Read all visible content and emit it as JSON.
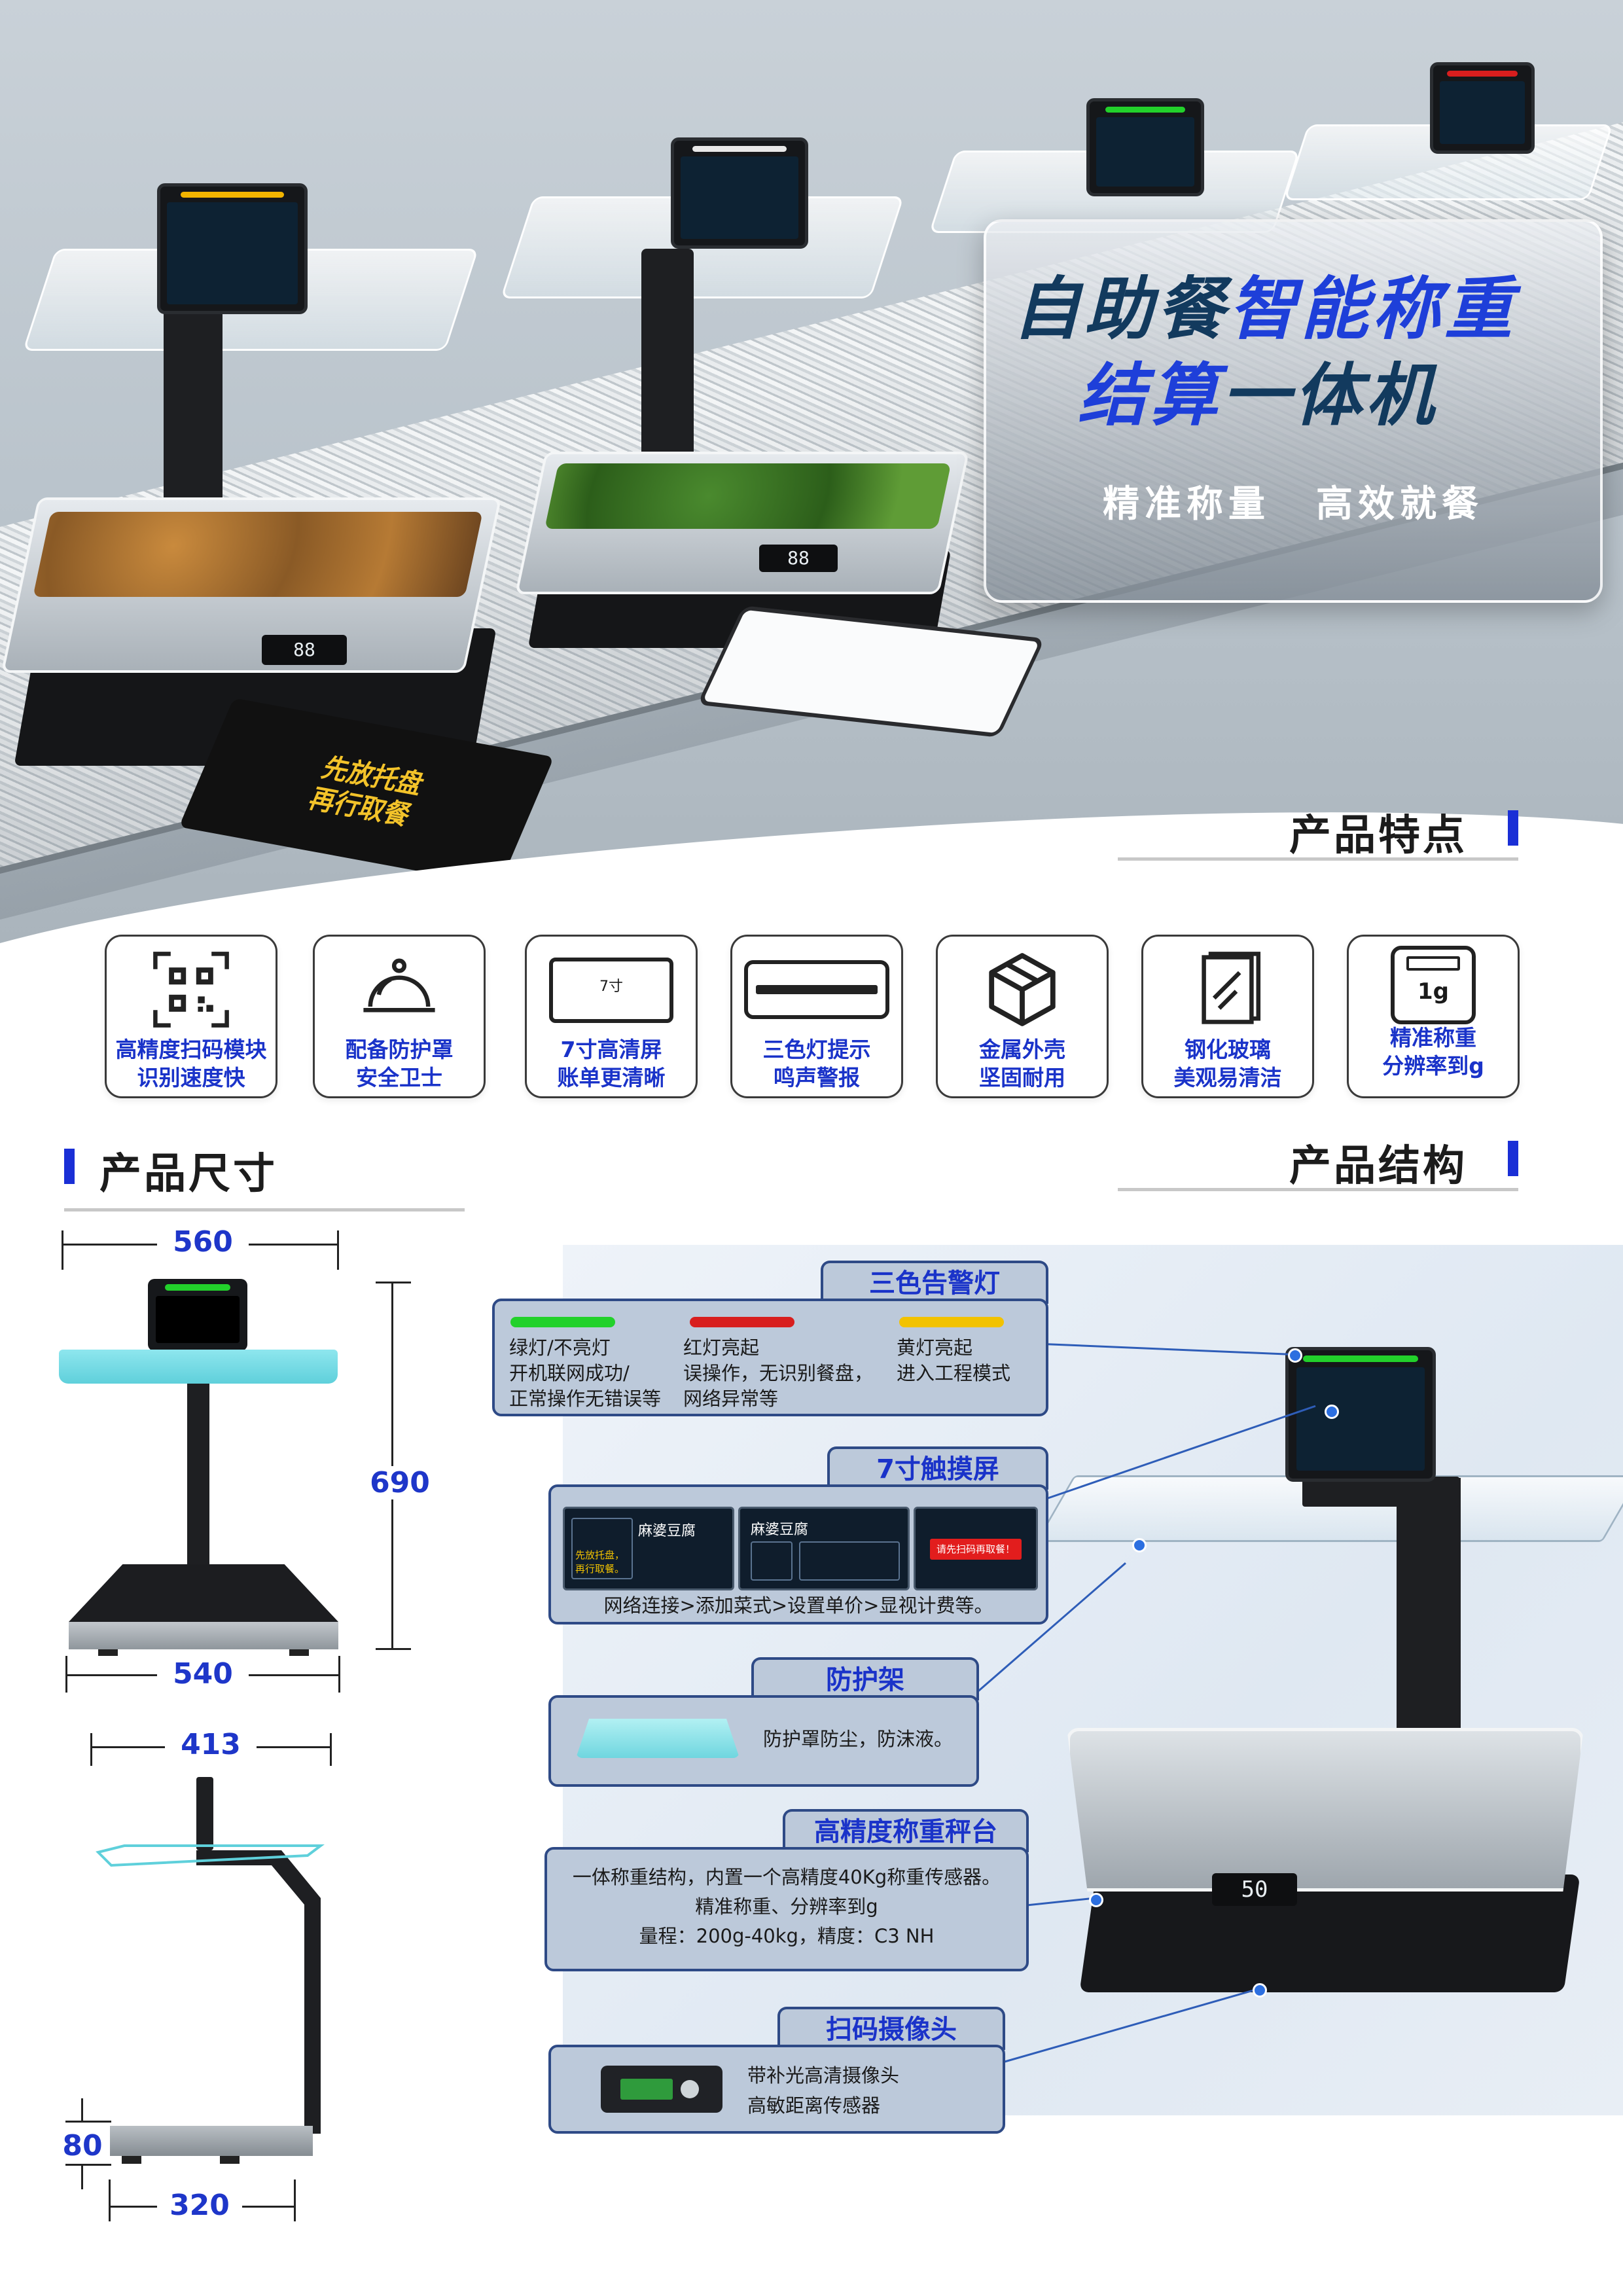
{
  "hero": {
    "mat_text": "先放托盘\n再行取餐",
    "scale_reading_1": "88",
    "scale_reading_2": "88",
    "title_line1_dark": "自助餐",
    "title_line1_blue": "智能称重",
    "title_line2_blue": "结算",
    "title_line2_dark": "一体机",
    "subtitle_a": "精准称量",
    "subtitle_b": "高效就餐",
    "colors": {
      "title_dark": "#123a5e",
      "title_blue": "#1e3fd9"
    }
  },
  "sections": {
    "features": "产品特点",
    "dimensions": "产品尺寸",
    "structure": "产品结构"
  },
  "features": [
    {
      "icon": "qr-code-icon",
      "line1": "高精度扫码模块",
      "line2": "识别速度快"
    },
    {
      "icon": "food-cover-icon",
      "line1": "配备防护罩",
      "line2": "安全卫士"
    },
    {
      "icon": "tablet-screen-icon",
      "icon_text": "7寸",
      "line1": "7寸高清屏",
      "line2": "账单更清晰"
    },
    {
      "icon": "light-bar-icon",
      "line1": "三色灯提示",
      "line2": "鸣声警报"
    },
    {
      "icon": "metal-cube-icon",
      "line1": "金属外壳",
      "line2": "坚固耐用"
    },
    {
      "icon": "glass-pane-icon",
      "line1": "钢化玻璃",
      "line2": "美观易清洁"
    },
    {
      "icon": "scale-1g-icon",
      "icon_text": "1g",
      "line1": "精准称重",
      "line2": "分辨率到g"
    }
  ],
  "dimensions": {
    "front_top_width": "560",
    "front_height": "690",
    "front_base_width": "540",
    "side_top_width": "413",
    "side_base_height": "80",
    "side_base_width": "320"
  },
  "structure": {
    "alarm_light": {
      "title": "三色告警灯",
      "green": {
        "color": "#22d12b",
        "text": "绿灯/不亮灯\n开机联网成功/\n正常操作无错误等"
      },
      "red": {
        "color": "#d81e1e",
        "text": "红灯亮起\n误操作，无识别餐盘，\n网络异常等"
      },
      "yellow": {
        "color": "#f2c200",
        "text": "黄灯亮起\n进入工程模式"
      }
    },
    "touchscreen": {
      "title": "7寸触摸屏",
      "caption": "网络连接>添加菜式>设置单价>显视计费等。",
      "thumb1_text": "麻婆豆腐",
      "thumb1_sub": "先放托盘，\n再行取餐。",
      "thumb2_text": "麻婆豆腐",
      "thumb3_text": "请先扫码再取餐！"
    },
    "guard": {
      "title": "防护架",
      "text": "防护罩防尘，防沫液。"
    },
    "scale": {
      "title": "高精度称重秤台",
      "text": "一体称重结构，内置一个高精度40Kg称重传感器。\n精准称重、分辨率到g\n量程：200g-40kg，精度：C3 NH"
    },
    "camera": {
      "title": "扫码摄像头",
      "text": "带补光高清摄像头\n高敏距离传感器"
    },
    "product_display": "50"
  }
}
